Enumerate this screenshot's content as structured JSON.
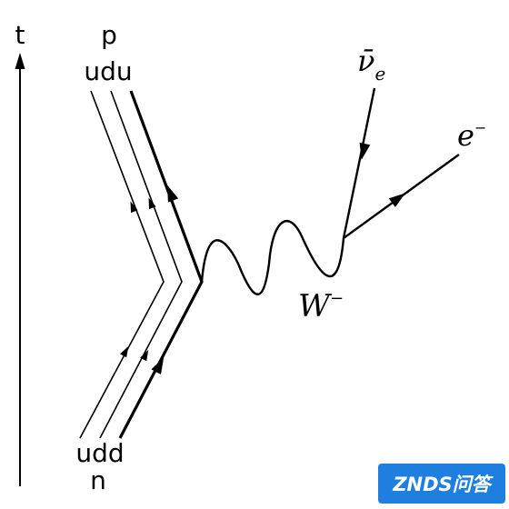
{
  "diagram": {
    "time_axis_label": "t",
    "proton": {
      "label": "p",
      "quarks": "udu"
    },
    "neutron": {
      "label": "n",
      "quarks": "udd"
    },
    "boson": {
      "symbol": "W",
      "charge": "−"
    },
    "electron": {
      "symbol": "e",
      "charge": "−"
    },
    "antineutrino": {
      "symbol": "ν̄",
      "subscript": "e"
    }
  },
  "watermark": {
    "text": "ZNDS问答",
    "bg_color": "#1f7fe0",
    "text_color": "#ffffff"
  }
}
